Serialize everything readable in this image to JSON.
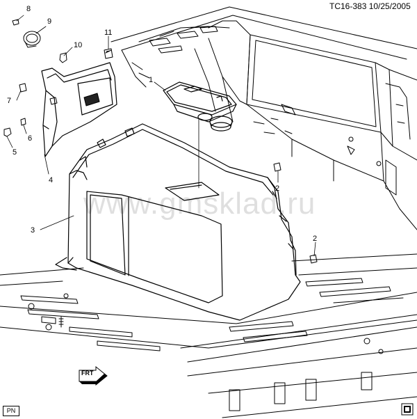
{
  "header": {
    "reference": "TC16-383 10/25/2005"
  },
  "watermark": "www.gmsklad.ru",
  "callouts": [
    {
      "id": "c8",
      "label": "8"
    },
    {
      "id": "c9",
      "label": "9"
    },
    {
      "id": "c10",
      "label": "10"
    },
    {
      "id": "c11",
      "label": "11"
    },
    {
      "id": "c7",
      "label": "7"
    },
    {
      "id": "c6",
      "label": "6"
    },
    {
      "id": "c5",
      "label": "5"
    },
    {
      "id": "c4",
      "label": "4"
    },
    {
      "id": "c1",
      "label": "1"
    },
    {
      "id": "c2a",
      "label": "2"
    },
    {
      "id": "c2b",
      "label": "2"
    },
    {
      "id": "c3",
      "label": "3"
    }
  ],
  "front_arrow": "FRT",
  "badge": "PN",
  "icon": "book-icon"
}
